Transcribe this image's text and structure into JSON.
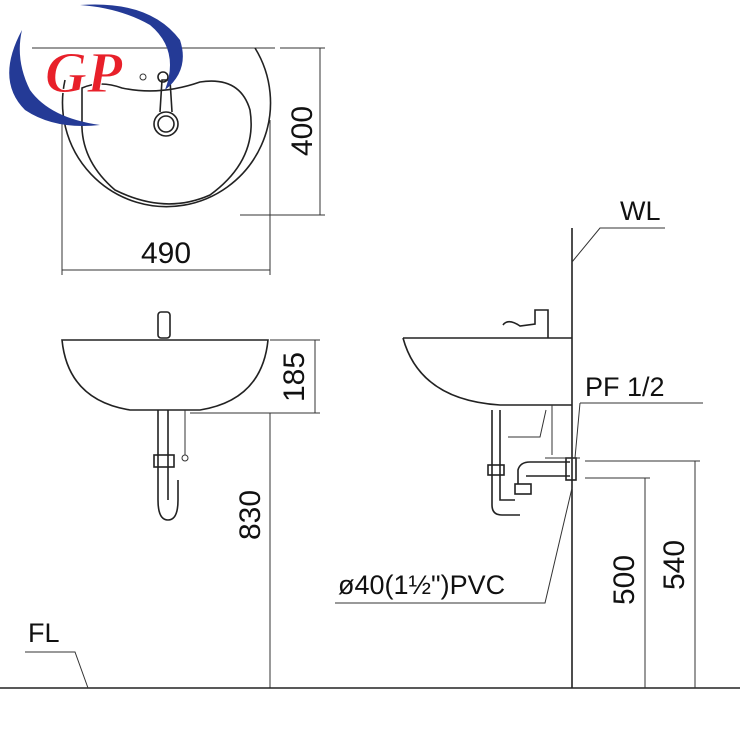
{
  "logo": {
    "text": "GP",
    "colors": {
      "red": "#e8202a",
      "blue": "#243a96"
    }
  },
  "top_view": {
    "width_label": "490",
    "depth_label": "400"
  },
  "front_view": {
    "height_label": "185",
    "mount_label": "830",
    "floor_label": "FL"
  },
  "side_view": {
    "wall_label": "WL",
    "supply_label": "PF 1/2",
    "drain_label": "ø40(1½\")PVC",
    "supply_height_label": "540",
    "drain_height_label": "500"
  }
}
